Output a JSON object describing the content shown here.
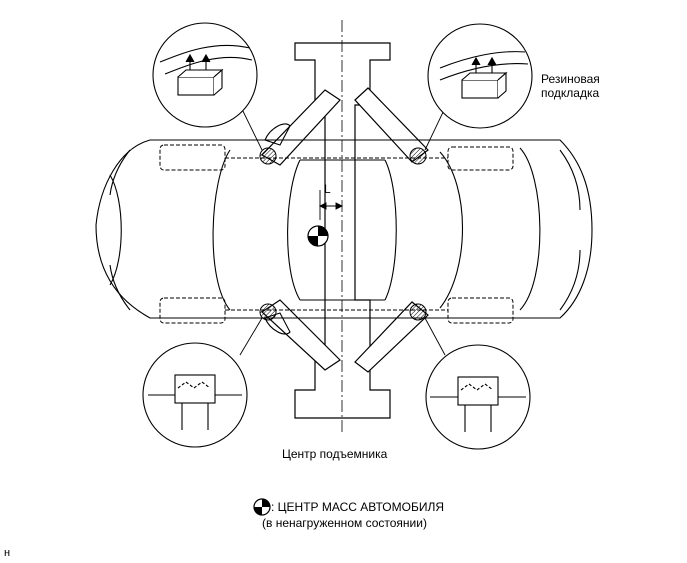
{
  "labels": {
    "rubber_pad": "Резиновая",
    "rubber_pad_2": "подкладка",
    "distance": "L",
    "lift_center": "Центр подъемника",
    "legend_main": ": ЦЕНТР МАСС АВТОМОБИЛЯ",
    "legend_sub": "(в ненагруженном состоянии)",
    "corner_code": "н"
  },
  "colors": {
    "line": "#000000",
    "background": "#ffffff",
    "hatch": "#000000"
  },
  "icons": {
    "center_of_mass": "center-of-mass-symbol"
  }
}
